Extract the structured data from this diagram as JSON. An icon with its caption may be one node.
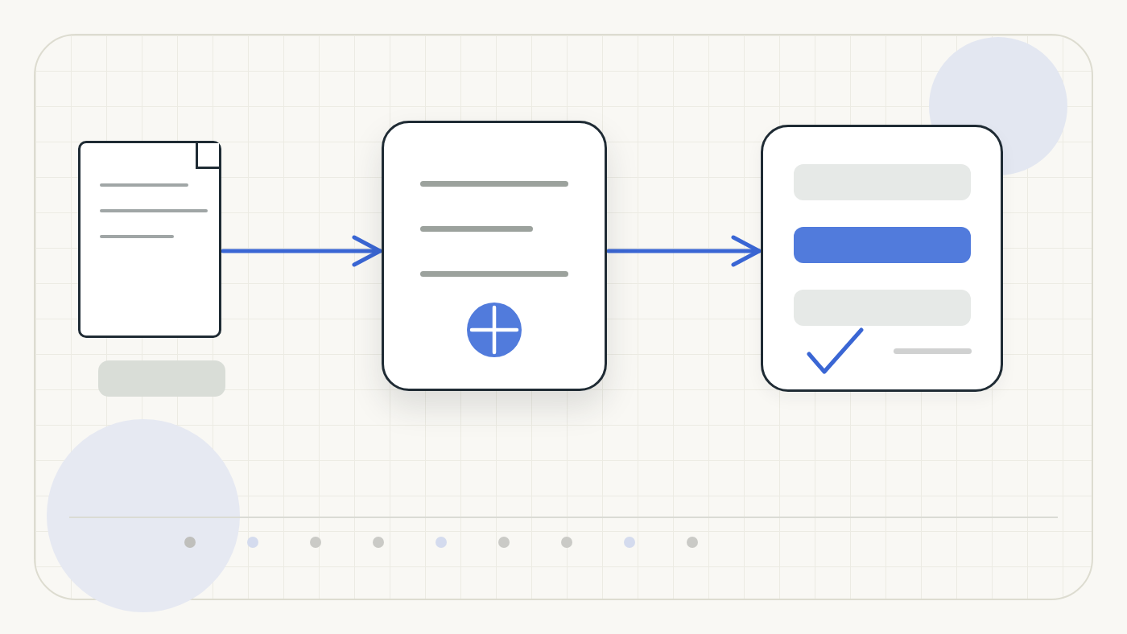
{
  "diagram": {
    "nodes": [
      {
        "text": [],
        "shape": "document"
      },
      {
        "text": [],
        "shape": "box"
      },
      {
        "text": [],
        "shape": "box"
      }
    ],
    "edges": [
      {
        "from": 0,
        "to": 1,
        "arrow": "to"
      },
      {
        "from": 1,
        "to": 2,
        "arrow": "to"
      }
    ]
  }
}
